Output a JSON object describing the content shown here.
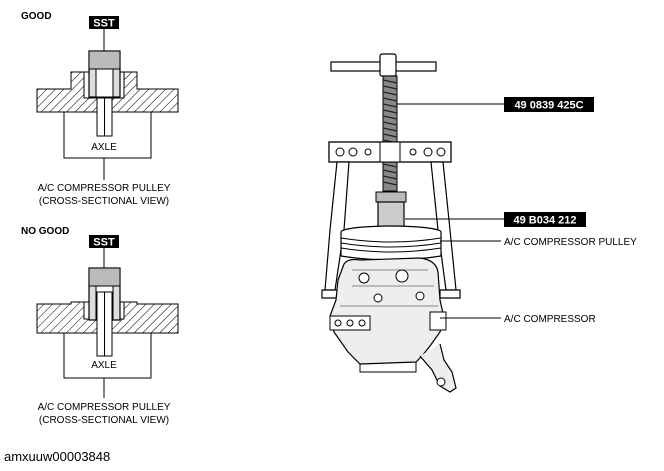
{
  "good_panel": {
    "heading": "GOOD",
    "tool_tag": "SST",
    "axle_label": "AXLE",
    "pulley_label_line1": "A/C COMPRESSOR PULLEY",
    "pulley_label_line2": "(CROSS-SECTIONAL VIEW)"
  },
  "no_good_panel": {
    "heading": "NO GOOD",
    "tool_tag": "SST",
    "axle_label": "AXLE",
    "pulley_label_line1": "A/C COMPRESSOR PULLEY",
    "pulley_label_line2": "(CROSS-SECTIONAL VIEW)"
  },
  "puller_diagram": {
    "callouts": [
      {
        "text": "49 0839 425C",
        "style": "tag"
      },
      {
        "text": "49 B034 212",
        "style": "tag"
      },
      {
        "text": "A/C COMPRESSOR PULLEY",
        "style": "plain"
      },
      {
        "text": "A/C COMPRESSOR",
        "style": "plain"
      }
    ]
  },
  "image_id": "amxuuw00003848"
}
